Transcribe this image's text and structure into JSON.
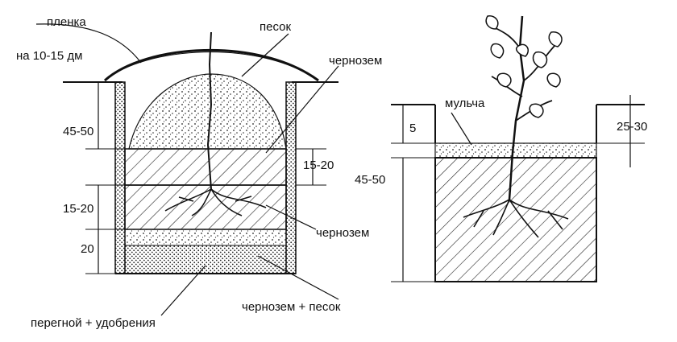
{
  "left_diagram": {
    "labels": {
      "film": "пленка",
      "film_height": "на 10-15 дм",
      "sand": "песок",
      "chernozem_top": "чернозем",
      "chernozem_mid": "чернозем",
      "chernozem_sand": "чернозем + песок",
      "humus_fertilizer": "перегной + удобрения"
    },
    "dimensions": {
      "mound_depth": "45-50",
      "chernozem_layer": "15-20",
      "sand_layer": "15-20",
      "bottom_layer": "20"
    }
  },
  "right_diagram": {
    "labels": {
      "mulch": "мульча"
    },
    "dimensions": {
      "mulch_depth": "5",
      "pit_depth": "45-50",
      "edge_height": "25-30"
    }
  }
}
